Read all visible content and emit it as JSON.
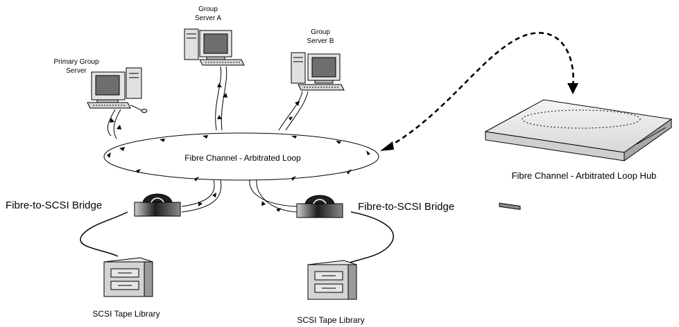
{
  "labels": {
    "primary_server_line1": "Primary Group",
    "primary_server_line2": "Server",
    "server_a_line1": "Group",
    "server_a_line2": "Server A",
    "server_b_line1": "Group",
    "server_b_line2": "Server B",
    "loop": "Fibre Channel - Arbitrated Loop",
    "hub": "Fibre Channel - Arbitrated Loop Hub",
    "bridge_left": "Fibre-to-SCSI Bridge",
    "bridge_right": "Fibre-to-SCSI Bridge",
    "tape_left": "SCSI Tape Library",
    "tape_right": "SCSI Tape Library"
  },
  "icons": {
    "server": "desktop-computer-icon",
    "hub": "network-hub-icon",
    "bridge": "fibre-scsi-bridge-icon",
    "tape": "tape-library-icon"
  },
  "colors": {
    "line": "#000000",
    "device_face": "#e4e4e4",
    "device_shade": "#9a9a9a",
    "screen": "#6e6e6e",
    "bridge_dark": "#2a2a2a"
  }
}
